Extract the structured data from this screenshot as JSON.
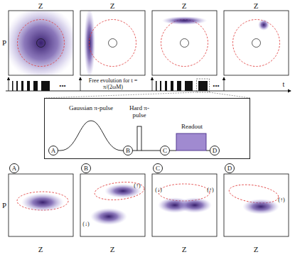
{
  "diagram": {
    "nodes": [
      {
        "text": [
          "Gaussian π-pulse",
          "Hard π-pulse",
          "Readout"
        ]
      },
      {
        "text": [
          "A"
        ],
        "in": 0
      },
      {
        "text": [
          "B"
        ],
        "in": 0
      },
      {
        "text": [
          "C"
        ],
        "in": 0
      },
      {
        "text": [
          "D"
        ],
        "in": 0
      },
      {
        "text": [
          "A"
        ]
      },
      {
        "text": [
          "B"
        ]
      },
      {
        "text": [
          "C"
        ]
      },
      {
        "text": [
          "D"
        ]
      }
    ],
    "labels": [
      "Z",
      "Z",
      "Z",
      "Z",
      "P",
      "•••",
      "Free evolution for t = π/(2ωM)",
      "•••",
      "t",
      "(↑)",
      "(↓)",
      "(↓)",
      "(↑)",
      "(↑)",
      "Z",
      "Z",
      "Z",
      "Z",
      "P"
    ]
  }
}
